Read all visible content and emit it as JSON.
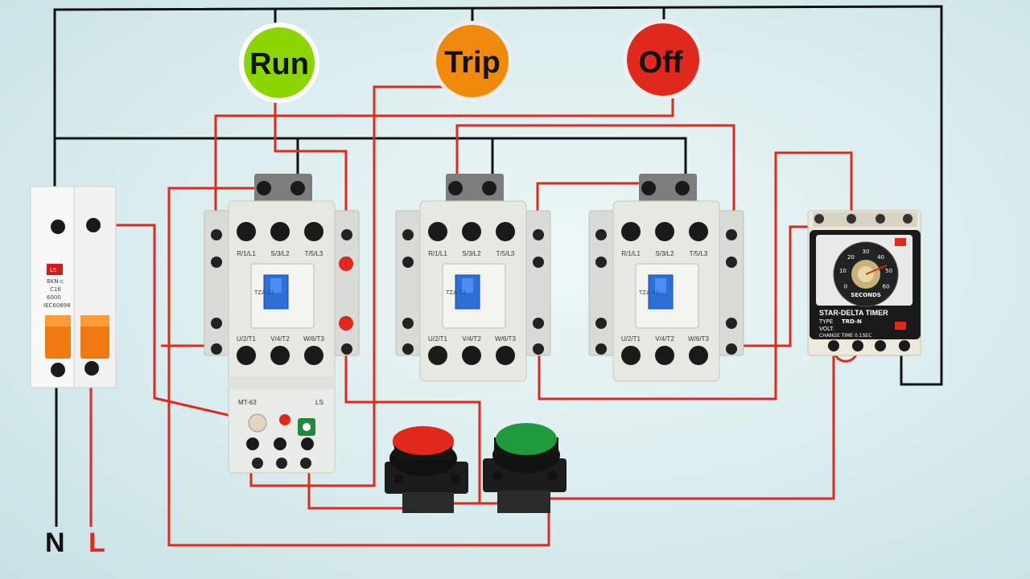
{
  "lamps": {
    "run": {
      "label": "Run",
      "color": "#8bd600"
    },
    "trip": {
      "label": "Trip",
      "color": "#f08a0c"
    },
    "off": {
      "label": "Off",
      "color": "#e0281c"
    }
  },
  "supply": {
    "neutral_label": "N",
    "line_label": "L",
    "neutral_color": "#111111",
    "line_color": "#e0281c"
  },
  "breaker": {
    "brand": "LS",
    "model": "BKN-c",
    "rating": "C16",
    "current": "6000",
    "standard": "IEC60898"
  },
  "contactors": [
    {
      "top_terminals": [
        "R/1/L1",
        "S/3/L2",
        "T/5/L3"
      ],
      "bottom_terminals": [
        "U/2/T1",
        "V/4/T2",
        "W/6/T3"
      ],
      "model": "TZA-32"
    },
    {
      "top_terminals": [
        "R/1/L1",
        "S/3/L2",
        "T/5/L3"
      ],
      "bottom_terminals": [
        "U/2/T1",
        "V/4/T2",
        "W/6/T3"
      ],
      "model": "TZA-32"
    },
    {
      "top_terminals": [
        "R/1/L1",
        "S/3/L2",
        "T/5/L3"
      ],
      "bottom_terminals": [
        "U/2/T1",
        "V/4/T2",
        "W/6/T3"
      ],
      "model": "TZA-32"
    }
  ],
  "overload_relay": {
    "model": "MT-63",
    "brand": "LS"
  },
  "push_buttons": [
    {
      "name": "stop",
      "color": "#e0281c"
    },
    {
      "name": "start",
      "color": "#1f9a3c"
    }
  ],
  "timer": {
    "title": "STAR-DELTA TIMER",
    "type_label": "TYPE",
    "type_value": "TRD-N",
    "volt_label": "VOLT.",
    "change_time": "CHANGE TIME 0.1SEC",
    "dial_label": "SECONDS",
    "dial_ticks": [
      "0",
      "10",
      "20",
      "30",
      "40",
      "50",
      "60"
    ]
  },
  "wire_colors": {
    "control": "#e0281c",
    "neutral": "#111111"
  }
}
